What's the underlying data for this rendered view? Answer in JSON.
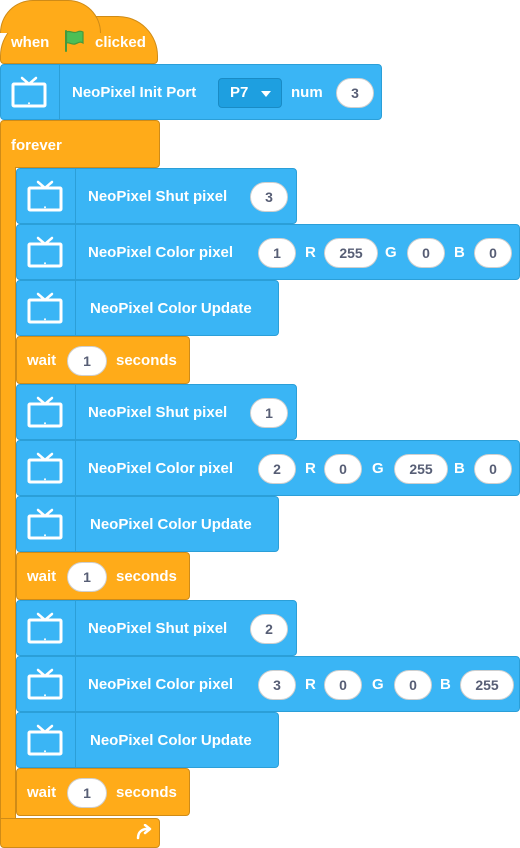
{
  "hat": {
    "when": "when",
    "clicked": "clicked",
    "flag_icon": "green-flag-icon"
  },
  "init": {
    "label": "NeoPixel Init Port",
    "port": "P7",
    "num_label": "num",
    "num": "3"
  },
  "forever_label": "forever",
  "labels": {
    "shut": "NeoPixel Shut pixel",
    "color": "NeoPixel Color pixel",
    "update": "NeoPixel Color Update",
    "wait": "wait",
    "seconds": "seconds",
    "r": "R",
    "g": "G",
    "b": "B"
  },
  "groups": [
    {
      "shut": "3",
      "color": {
        "pixel": "1",
        "r": "255",
        "g": "0",
        "b": "0"
      },
      "wait": "1"
    },
    {
      "shut": "1",
      "color": {
        "pixel": "2",
        "r": "0",
        "g": "255",
        "b": "0"
      },
      "wait": "1"
    },
    {
      "shut": "2",
      "color": {
        "pixel": "3",
        "r": "0",
        "g": "0",
        "b": "255"
      },
      "wait": "1"
    }
  ],
  "colors": {
    "control": "#ffab19",
    "extension": "#3ab5f5",
    "flag": "#4cbf56"
  }
}
